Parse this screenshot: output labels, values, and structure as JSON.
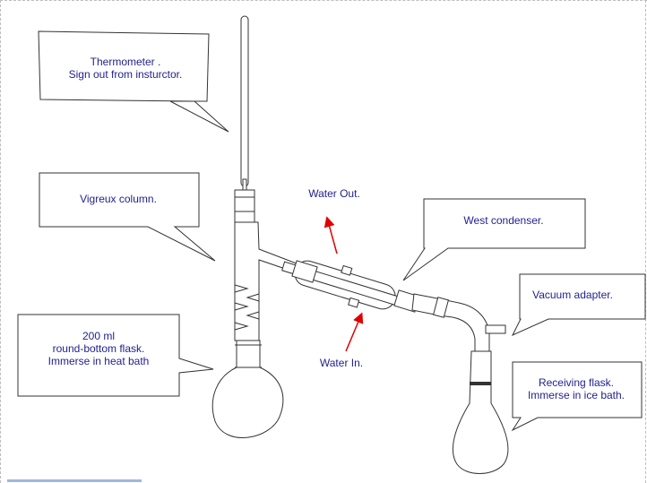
{
  "callouts": {
    "thermometer": {
      "line1": "Thermometer .",
      "line2": "Sign out from insturctor."
    },
    "vigreux": {
      "line1": "Vigreux column."
    },
    "flask": {
      "line1": "200 ml",
      "line2": "round-bottom flask.",
      "line3": "Immerse in heat bath"
    },
    "condenser": {
      "line1": "West condenser."
    },
    "vacuum_adapter": {
      "line1": "Vacuum adapter."
    },
    "receiving_flask": {
      "line1": "Receiving flask.",
      "line2": "Immerse in ice bath."
    }
  },
  "water_labels": {
    "out": "Water Out.",
    "in": "Water In."
  },
  "colors": {
    "text": "#1f1f8f",
    "arrow": "#e00000",
    "glass": "#ffffff",
    "outline": "#333333"
  }
}
